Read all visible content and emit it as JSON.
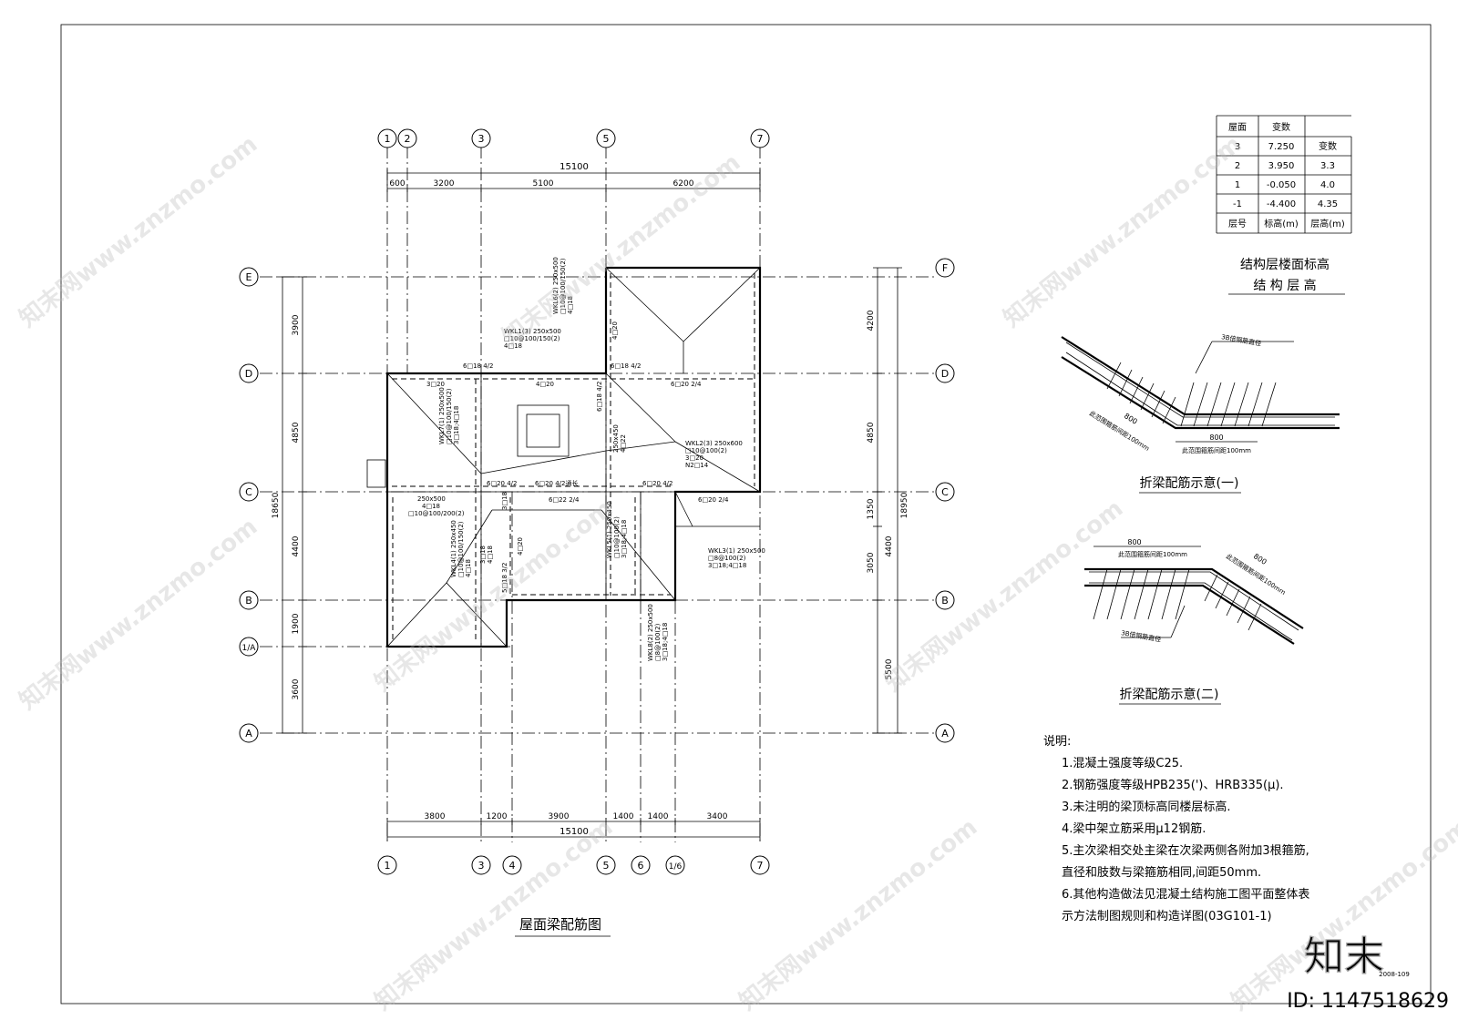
{
  "drawing": {
    "plan_title": "屋面梁配筋图",
    "sheet_no": "2008-109",
    "overall_dim_top": "15100",
    "overall_dim_bottom": "15100",
    "top_axes": [
      "1",
      "2",
      "3",
      "5",
      "7"
    ],
    "bottom_axes": [
      "1",
      "3",
      "4",
      "5",
      "6",
      "1/6",
      "7"
    ],
    "left_axes": [
      "E",
      "D",
      "C",
      "B",
      "1/A",
      "A"
    ],
    "right_axes": [
      "F",
      "D",
      "C",
      "B",
      "A"
    ],
    "top_dims": [
      "600",
      "3200",
      "5100",
      "6200"
    ],
    "bottom_dims": [
      "3800",
      "1200",
      "3900",
      "1400",
      "1400",
      "3400"
    ],
    "left_dims": [
      "3900",
      "4850",
      "4400",
      "1900",
      "3600"
    ],
    "left_total": "18650",
    "right_dims": [
      "4200",
      "4850",
      "1350",
      "3050",
      "4400",
      "5500"
    ],
    "right_total": "18950"
  },
  "beam_labels": [
    {
      "id": "wkl6",
      "lines": [
        "WKL6(2) 250x500",
        "□10@100/150(2)",
        "4□18"
      ]
    },
    {
      "id": "wkl1",
      "lines": [
        "WKL1(3) 250x500",
        "□10@100/150(2)",
        "4□18"
      ]
    },
    {
      "id": "wkl7",
      "lines": [
        "WKL7(1) 250x500",
        "□10@100/150(2)",
        "3□18;4□18"
      ]
    },
    {
      "id": "wkl2",
      "lines": [
        "WKL2(3) 250x600",
        "□10@100(2)",
        "3□20",
        "N2□14"
      ]
    },
    {
      "id": "wkl4",
      "lines": [
        "WKL4(1) 250x450",
        "□10@100/150(2)",
        "4□18"
      ]
    },
    {
      "id": "wkl5",
      "lines": [
        "WKL5(1) 250x450",
        "□10@100(2)",
        "3□18;4□18"
      ]
    },
    {
      "id": "wkl3",
      "lines": [
        "WKL3(1) 250x500",
        "□8@100(2)",
        "3□18;4□18"
      ]
    },
    {
      "id": "wkl8",
      "lines": [
        "WKL8(2) 250x500",
        "□8@100(2)",
        "3□18;4□18"
      ]
    },
    {
      "id": "c250",
      "lines": [
        "250x500",
        "4□18",
        "□10@100/200(2)"
      ]
    },
    {
      "id": "c450",
      "lines": [
        "250x450",
        "4□22"
      ]
    }
  ],
  "rebar_notes": [
    "6□18 4/2",
    "6□18 4/2",
    "3□20",
    "4□20",
    "6□20 2/4",
    "6□18 4/2",
    "4□20",
    "3□18",
    "6□20 4/2",
    "6□20 4/2通长",
    "6□20 4/2",
    "6□22 2/4",
    "6□20 2/4",
    "4□20",
    "3□18",
    "5□18 3/2",
    "4□18"
  ],
  "elevation_table": {
    "header_top": [
      "屋面",
      "变数",
      ""
    ],
    "rows": [
      [
        "3",
        "7.250",
        "变数"
      ],
      [
        "2",
        "3.950",
        "3.3"
      ],
      [
        "1",
        "-0.050",
        "4.0"
      ],
      [
        "-1",
        "-4.400",
        "4.35"
      ]
    ],
    "header_bottom": [
      "层号",
      "标高(m)",
      "层高(m)"
    ],
    "title_line1": "结构层楼面标高",
    "title_line2": "结 构 层 高"
  },
  "detail1": {
    "title": "折梁配筋示意(一)",
    "label_a": "3B倍钢筋直径",
    "label_b": "800",
    "label_c": "此范围箍筋间距100mm",
    "label_d": "800",
    "label_e": "此范围箍筋间距100mm"
  },
  "detail2": {
    "title": "折梁配筋示意(二)",
    "label_a": "800",
    "label_b": "此范围箍筋间距100mm",
    "label_c": "800",
    "label_d": "此范围箍筋间距100mm",
    "label_e": "3B倍钢筋直径"
  },
  "notes": {
    "heading": "说明:",
    "items": [
      "1.混凝土强度等级C25.",
      "2.钢筋强度等级HPB235(')、HRB335(μ).",
      "3.未注明的梁顶标高同楼层标高.",
      "4.梁中架立筋采用μ12钢筋.",
      "5.主次梁相交处主梁在次梁两侧各附加3根箍筋,",
      "  直径和肢数与梁箍筋相同,间距50mm.",
      "6.其他构造做法见混凝土结构施工图平面整体表",
      "  示方法制图规则和构造详图(03G101-1)"
    ]
  },
  "watermark": {
    "brand": "知末",
    "id_text": "ID: 1147518629",
    "site": "知末网www.znzmo.com"
  }
}
